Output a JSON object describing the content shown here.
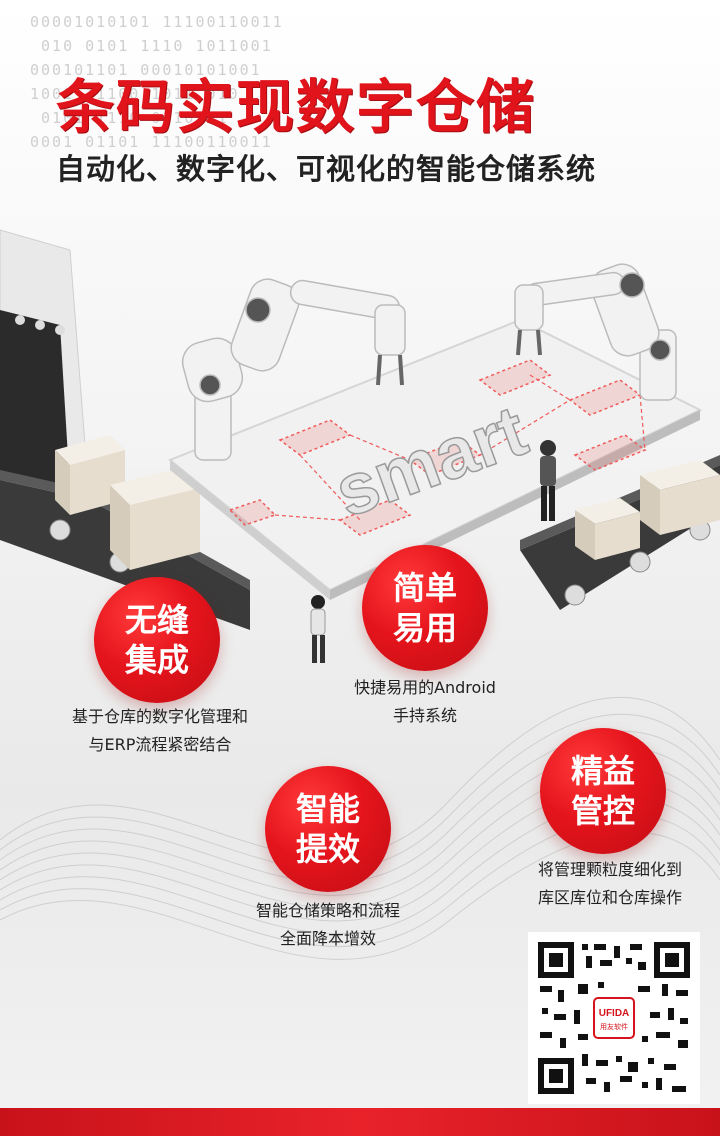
{
  "binary_text": "00001010101 11100110011\n 010 0101 1110 1011001\n000101101 00010101001\n1001 11100 1011 010\n 0101 1110 0110101\n0001 01101 11100110011",
  "title": "条码实现数字仓储",
  "subtitle": "自动化、数字化、可视化的智能仓储系统",
  "scene": {
    "smart_label": "smart"
  },
  "features": [
    {
      "title": "无缝\n集成",
      "desc": "基于仓库的数字化管理和\n与ERP流程紧密结合"
    },
    {
      "title": "简单\n易用",
      "desc": "快捷易用的Android\n手持系统"
    },
    {
      "title": "智能\n提效",
      "desc": "智能仓储策略和流程\n全面降本增效"
    },
    {
      "title": "精益\n管控",
      "desc": "将管理颗粒度细化到\n库区库位和仓库操作"
    }
  ],
  "qr": {
    "logo_text": "UFIDA",
    "logo_sub": "用友软件"
  },
  "colors": {
    "accent": "#e1131b",
    "text": "#222222"
  }
}
